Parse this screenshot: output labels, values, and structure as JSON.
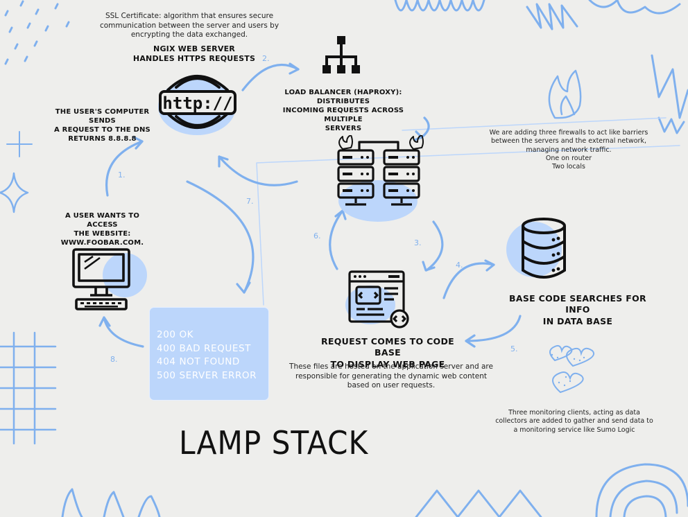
{
  "title": "LAMP STACK",
  "colors": {
    "accent": "#7fb0ee",
    "blob": "#bcd6fb",
    "background": "#eeeeec",
    "text": "#111111"
  },
  "nodes": {
    "user": {
      "label": "A USER WANTS TO ACCESS\nTHE WEBSITE:\nWWW.FOOBAR.COM.",
      "icon": "computer-icon"
    },
    "dns": {
      "label": "THE USER'S COMPUTER SENDS\nA REQUEST TO THE DNS\nRETURNS 8.8.8.8"
    },
    "ssl": {
      "text": "SSL Certificate: algorithm that ensures secure\ncommunication between the server and users by\nencrypting the data exchanged."
    },
    "nginx": {
      "label": "NGIX WEB SERVER\nHANDLES HTTPS REQUESTS",
      "icon_text": "http://",
      "icon": "http-icon"
    },
    "load_balancer": {
      "label": "LOAD BALANCER (HAPROXY): DISTRIBUTES\nINCOMING REQUESTS ACROSS MULTIPLE\nSERVERS",
      "icon": "network-hierarchy-icon"
    },
    "servers": {
      "icon": "server-firewall-icon"
    },
    "firewalls": {
      "text": "We are adding three firewalls to act like barriers\nbetween the servers and the external network,\nmanaging network traffic.\nOne on router\nTwo locals"
    },
    "database": {
      "label": "BASE CODE  SEARCHES FOR INFO\nIN DATA BASE",
      "icon": "database-icon"
    },
    "code_base": {
      "label": "REQUEST COMES TO CODE BASE\nTO DISPLAY WEB PAGE",
      "text": "These files are hosted on the application server and are\nresponsible for generating the dynamic web content\nbased on user requests.",
      "icon": "code-window-icon"
    },
    "monitoring": {
      "text": "Three monitoring clients, acting as data\ncollectors are added to gather and send data to\na monitoring service like Sumo Logic",
      "icon": "hearts-doodle-icon"
    }
  },
  "status_codes": [
    "200 OK",
    "400 BAD REQUEST",
    "404 NOT FOUND",
    "500 SERVER ERROR"
  ],
  "steps": [
    "1.",
    "2.",
    "3.",
    "4.",
    "5.",
    "6.",
    "7.",
    "8."
  ]
}
